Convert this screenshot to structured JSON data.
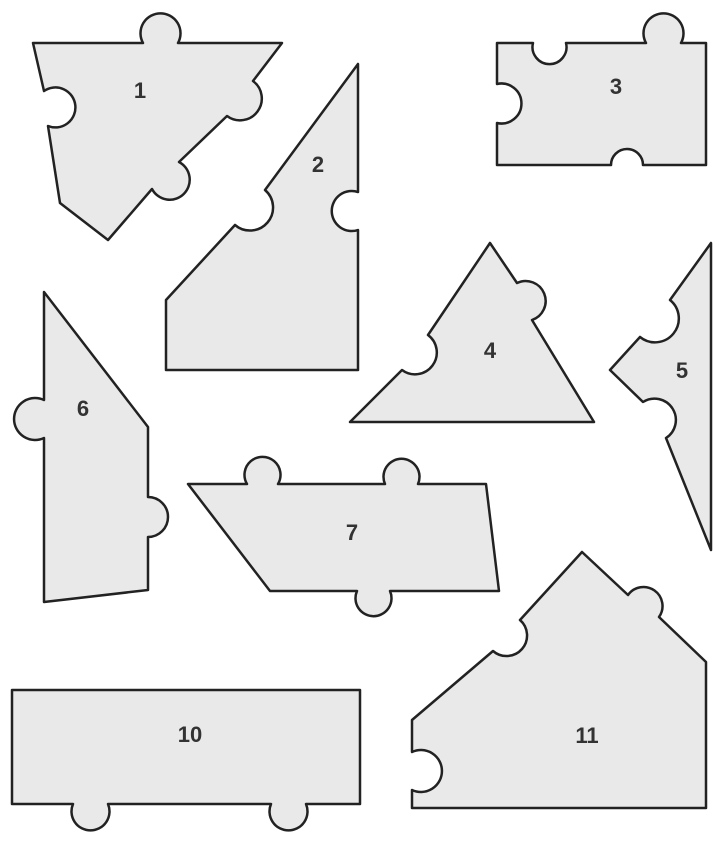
{
  "pieces": [
    {
      "id": "1",
      "label": "1"
    },
    {
      "id": "2",
      "label": "2"
    },
    {
      "id": "3",
      "label": "3"
    },
    {
      "id": "4",
      "label": "4"
    },
    {
      "id": "5",
      "label": "5"
    },
    {
      "id": "6",
      "label": "6"
    },
    {
      "id": "7",
      "label": "7"
    },
    {
      "id": "10",
      "label": "10"
    },
    {
      "id": "11",
      "label": "11"
    }
  ],
  "colors": {
    "fill": "#e9e9e9",
    "stroke": "#222222",
    "label": "#333333"
  }
}
